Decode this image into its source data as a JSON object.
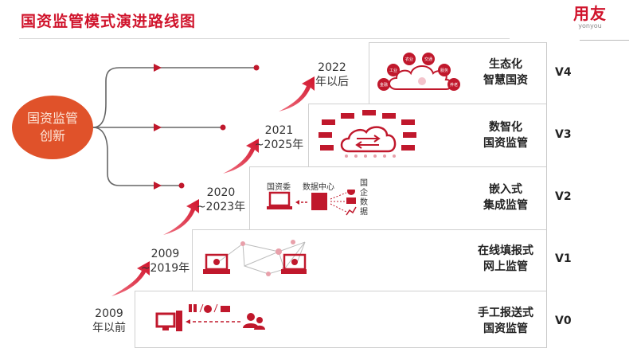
{
  "header": {
    "title": "国资监管模式演进路线图",
    "logo_cn": "用友",
    "logo_en": "yonyou"
  },
  "innovation_node": {
    "line1": "国资监管",
    "line2": "创新"
  },
  "colors": {
    "brand_red": "#d0142c",
    "oval_orange": "#e0522a",
    "icon_red": "#c0182c",
    "branch_line": "#666666"
  },
  "stages": [
    {
      "version": "V0",
      "period_line1": "2009",
      "period_line2": "年以前",
      "label_line1": "手工报送式",
      "label_line2": "国资监管",
      "illustration": "desktop-usb-disk-printer-users"
    },
    {
      "version": "V1",
      "period_line1": "2009",
      "period_line2": "~2019年",
      "label_line1": "在线填报式",
      "label_line2": "网上监管",
      "illustration": "laptops-network"
    },
    {
      "version": "V2",
      "period_line1": "2020",
      "period_line2": "~2023年",
      "label_line1": "嵌入式",
      "label_line2": "集成监管",
      "illustration": "data-center-flow",
      "diagram_labels": {
        "left": "国资委",
        "center": "数据中心",
        "right": [
          "国",
          "企",
          "数",
          "据"
        ]
      }
    },
    {
      "version": "V3",
      "period_line1": "2021",
      "period_line2": "~2025年",
      "label_line1": "数智化",
      "label_line2": "国资监管",
      "illustration": "cloud-exchange"
    },
    {
      "version": "V4",
      "period_line1": "2022",
      "period_line2": "年以后",
      "label_line1": "生态化",
      "label_line2": "智慧国资",
      "illustration": "ecosystem-cloud",
      "bubbles": [
        "金融",
        "工业",
        "农业",
        "交通",
        "服务",
        "养老"
      ]
    }
  ]
}
